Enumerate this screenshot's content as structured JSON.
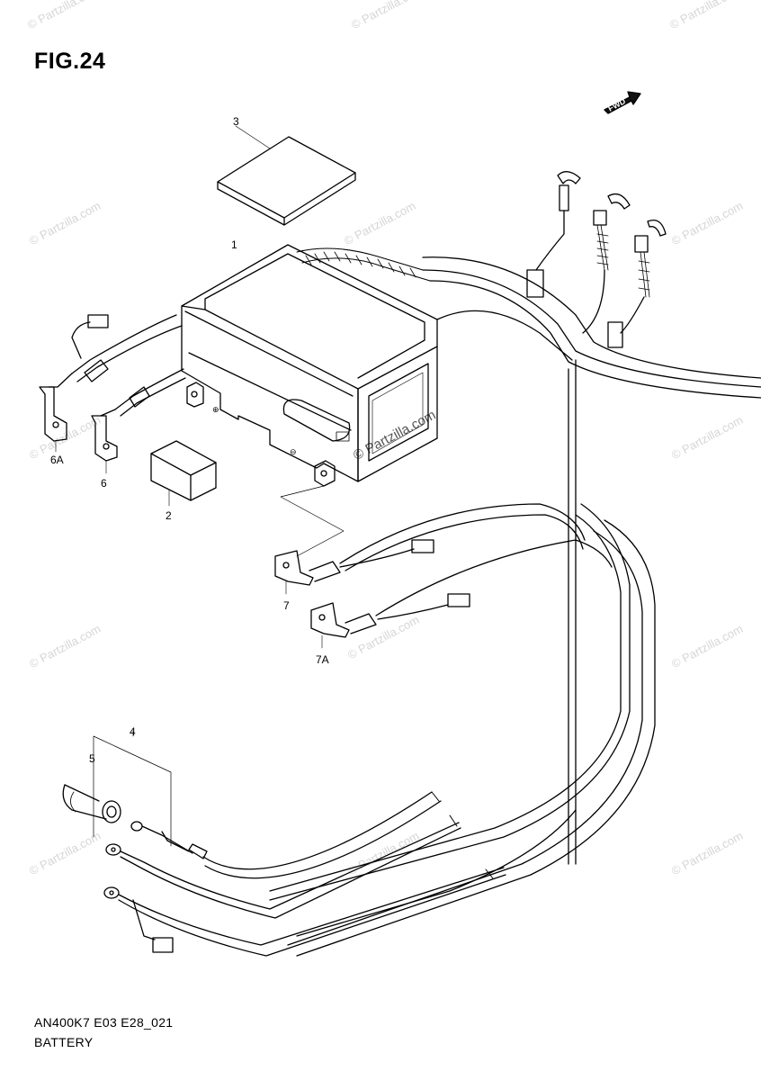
{
  "figure_label": "FIG.24",
  "diagram_code": "AN400K7 E03 E28_021",
  "diagram_title": "BATTERY",
  "front_arrow_label": "FWD",
  "watermark_text": "© Partzilla.com",
  "callouts": {
    "c1": "1",
    "c2": "2",
    "c3": "3",
    "c4": "4",
    "c5": "5",
    "c6": "6",
    "c6a": "6A",
    "c7": "7",
    "c7a": "7A"
  },
  "colors": {
    "line": "#000000",
    "watermark": "#d6d6d6",
    "background": "#ffffff"
  }
}
